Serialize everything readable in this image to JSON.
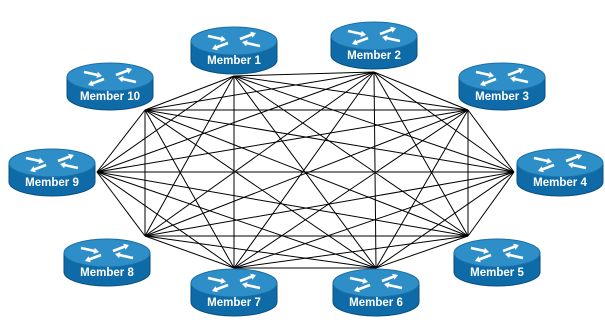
{
  "diagram": {
    "members": [
      {
        "label": "Member 1"
      },
      {
        "label": "Member 2"
      },
      {
        "label": "Member 3"
      },
      {
        "label": "Member 4"
      },
      {
        "label": "Member 5"
      },
      {
        "label": "Member 6"
      },
      {
        "label": "Member 7"
      },
      {
        "label": "Member 8"
      },
      {
        "label": "Member 9"
      },
      {
        "label": "Member 10"
      }
    ],
    "topology": "full-mesh",
    "icon": "router-icon",
    "colors": {
      "router_top": "#2e8ec8",
      "router_top_edge": "#1b6fa6",
      "router_body": "#0f6aa8",
      "router_body_dark": "#0a4f80",
      "arrow": "#ffffff",
      "link": "#000000"
    }
  }
}
